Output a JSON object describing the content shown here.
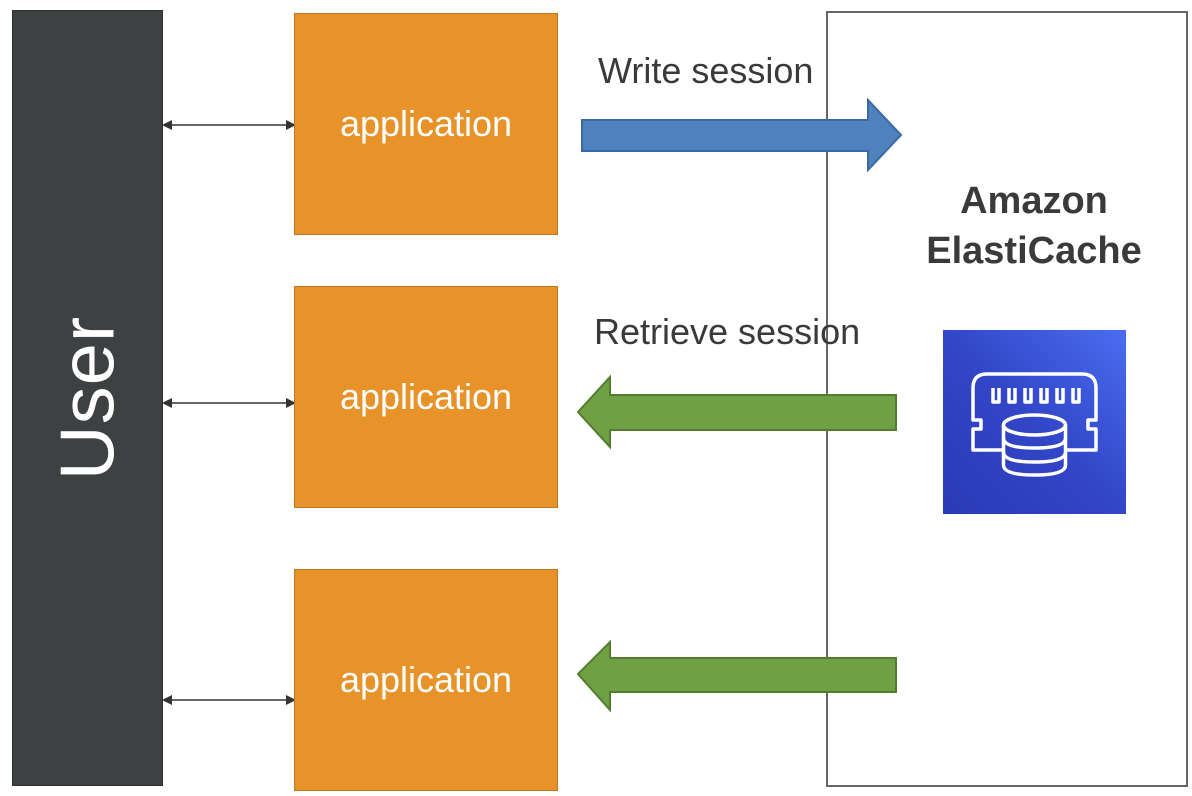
{
  "user": {
    "label": "User"
  },
  "applications": [
    {
      "label": "application"
    },
    {
      "label": "application"
    },
    {
      "label": "application"
    }
  ],
  "flows": {
    "write_label": "Write session",
    "retrieve_label": "Retrieve session"
  },
  "cache": {
    "title_line1": "Amazon",
    "title_line2": "ElastiCache",
    "icon": "elasticache-icon"
  },
  "colors": {
    "user_bar": "#3d4142",
    "application": "#e8922a",
    "write_arrow": "#4f81bd",
    "retrieve_arrow": "#6fa044",
    "elasticache_icon": "#3246c8"
  }
}
